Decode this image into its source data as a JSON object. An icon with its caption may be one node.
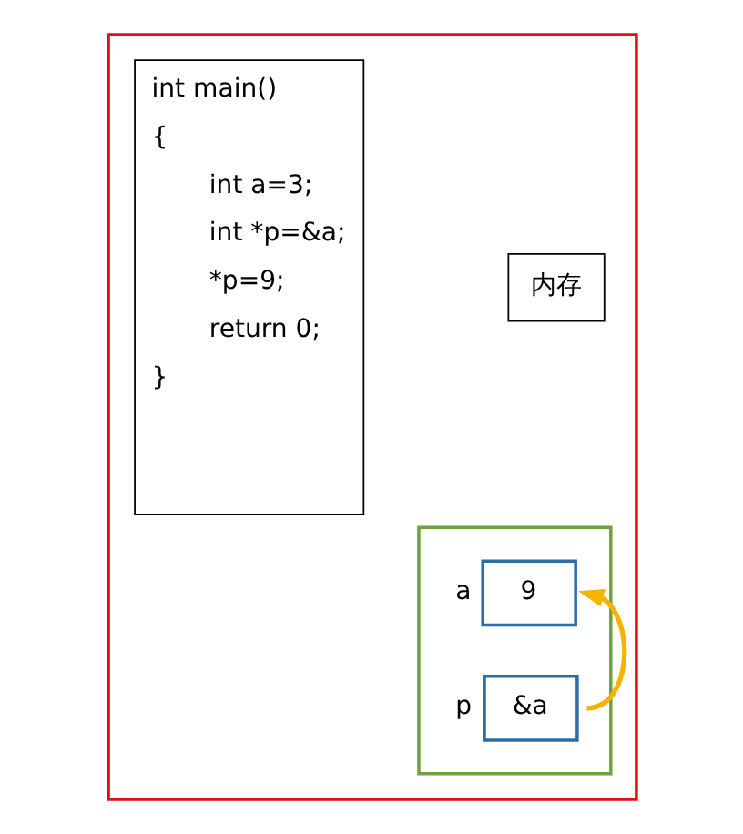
{
  "diagram": {
    "nodes": [
      {
        "text": [],
        "shape": "box"
      },
      {
        "text": [
          "int main()",
          "{",
          "int a=3;",
          "int *p=&a;",
          "*p=9;",
          "return 0;",
          "}"
        ],
        "in": 0
      },
      {
        "text": [
          "内存"
        ],
        "in": 0
      },
      {
        "text": [],
        "shape": "box",
        "in": 0
      },
      {
        "text": [
          "9"
        ],
        "beside": [
          "a"
        ],
        "in": 3
      },
      {
        "text": [
          "&a"
        ],
        "beside": [
          "p"
        ],
        "in": 3
      }
    ],
    "edges": [
      {
        "from": 5,
        "to": 4,
        "arrow": "to",
        "color": "#f5b400"
      }
    ]
  }
}
